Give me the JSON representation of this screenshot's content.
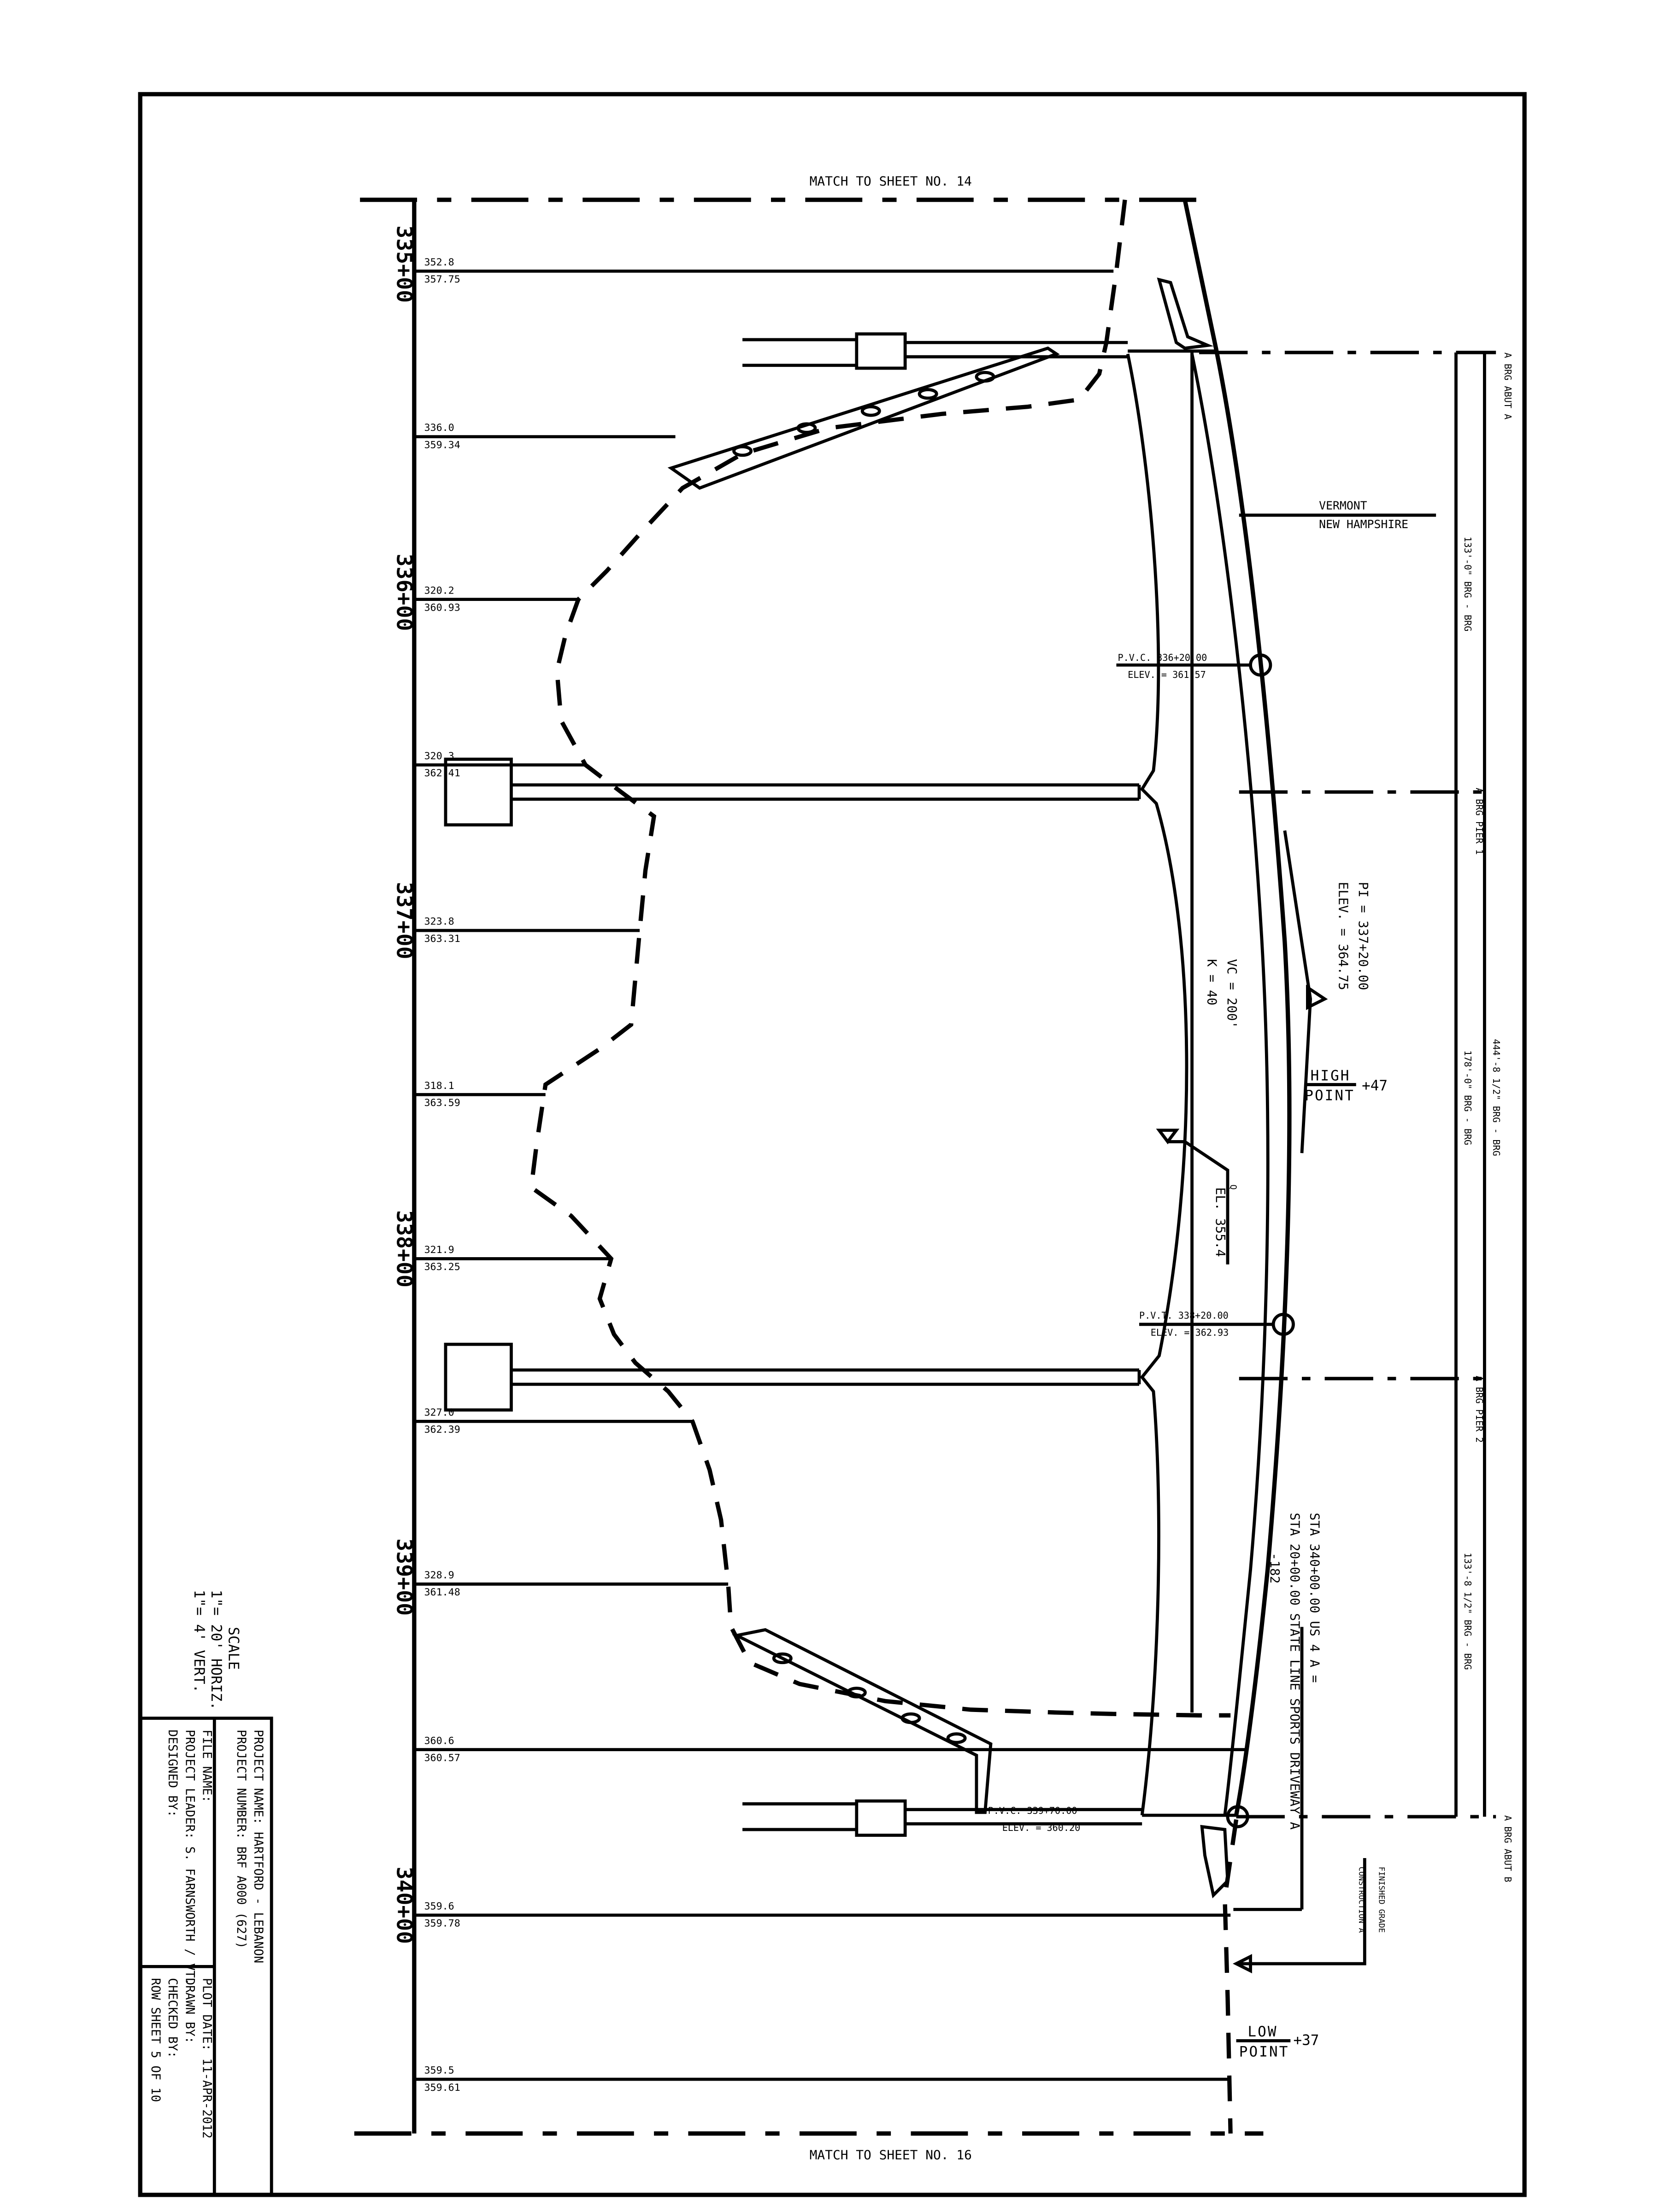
{
  "stations": [
    "335+00",
    "336+00",
    "337+00",
    "338+00",
    "339+00",
    "340+00"
  ],
  "elevation_rows": [
    {
      "top": "352.8",
      "bottom": "357.75"
    },
    {
      "top": "336.0",
      "bottom": "359.34"
    },
    {
      "top": "320.2",
      "bottom": "360.93"
    },
    {
      "top": "320.3",
      "bottom": "362.41"
    },
    {
      "top": "323.8",
      "bottom": "363.31"
    },
    {
      "top": "318.1",
      "bottom": "363.59"
    },
    {
      "top": "321.9",
      "bottom": "363.25"
    },
    {
      "top": "327.0",
      "bottom": "362.39"
    },
    {
      "top": "328.9",
      "bottom": "361.48"
    },
    {
      "top": "360.6",
      "bottom": "360.57"
    },
    {
      "top": "359.6",
      "bottom": "359.78"
    },
    {
      "top": "359.5",
      "bottom": "359.61"
    }
  ],
  "match_lines": {
    "top": "MATCH TO SHEET NO. 14",
    "bottom": "MATCH TO SHEET NO. 16"
  },
  "curve": {
    "pvc_sta": "P.V.C. 336+20.00",
    "pvc_elev": "ELEV. = 361.57",
    "pvt_sta": "P.V.T. 338+20.00",
    "pvt_elev": "ELEV. = 362.93",
    "pvc2_sta": "P.V.C. 339+70.00",
    "pvc2_elev": "ELEV. = 360.20",
    "pi_sta": "PI = 337+20.00",
    "pi_elev": "ELEV. = 364.75",
    "vc": "VC = 200'",
    "k": "K = 40"
  },
  "water": {
    "symbol": "Q",
    "elev": "EL. 355.4"
  },
  "state_line": {
    "line1": "VERMONT",
    "line2": "NEW HAMPSHIRE"
  },
  "high_point": {
    "line1": "HIGH",
    "line2": "POINT",
    "offset": "+47"
  },
  "low_point": {
    "line1": "LOW",
    "line2": "POINT",
    "offset": "+37"
  },
  "state_line_sta": {
    "line1": "STA 340+00.00 US 4 A =",
    "line2": "STA 20+00.00 STATE LINE SPORTS DRIVEWAY A",
    "line3": "-182"
  },
  "finished_grade": {
    "line1": "FINISHED GRADE",
    "line2": "CONSTRUCTION A"
  },
  "dims": {
    "total": "444'-8 1/2\" BRG - BRG",
    "span1": "133'-0\" BRG - BRG",
    "span2": "178'-0\" BRG - BRG",
    "span3": "133'-8 1/2\" BRG - BRG",
    "abut_a": "A BRG ABUT A",
    "pier1": "A BRG PIER 1",
    "pier2": "A BRG PIER 2",
    "abut_b": "A BRG ABUT B"
  },
  "scale": {
    "title": "SCALE",
    "horiz": "1\"= 20' HORIZ.",
    "vert": "1\"= 4' VERT."
  },
  "title_block": {
    "project_name": "PROJECT NAME: HARTFORD - LEBANON",
    "project_number": "PROJECT NUMBER: BRF A000 (627)",
    "file_name": "FILE NAME:",
    "project_leader": "PROJECT LEADER: S. FARNSWORTH / VT.",
    "designed_by": "DESIGNED BY:",
    "plot_date": "PLOT DATE: 11-APR-2012",
    "drawn_by": "DRAWN BY:",
    "checked_by": "CHECKED BY:",
    "row_sheet": "ROW SHEET 5 OF 10"
  }
}
